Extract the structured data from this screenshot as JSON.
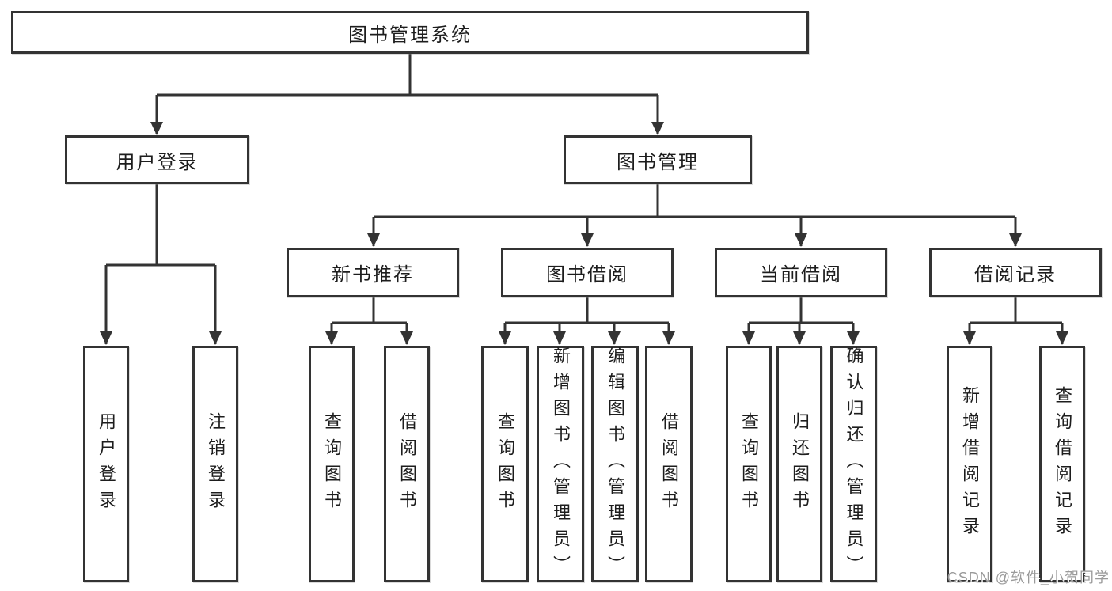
{
  "watermark": "CSDN @软件_小贺同学",
  "colors": {
    "line": "#333333",
    "box_border": "#333333",
    "text": "#1d1d1d",
    "watermark": "#9a9a9a",
    "background": "#ffffff"
  },
  "tree": {
    "root": {
      "label": "图书管理系统"
    },
    "branches": [
      {
        "label": "用户登录",
        "leaves": [
          {
            "label": "用户登录"
          },
          {
            "label": "注销登录"
          }
        ]
      },
      {
        "label": "图书管理",
        "groups": [
          {
            "label": "新书推荐",
            "leaves": [
              {
                "label": "查询图书"
              },
              {
                "label": "借阅图书"
              }
            ]
          },
          {
            "label": "图书借阅",
            "leaves": [
              {
                "label": "查询图书"
              },
              {
                "label": "新增图书（管理员）"
              },
              {
                "label": "编辑图书（管理员）"
              },
              {
                "label": "借阅图书"
              }
            ]
          },
          {
            "label": "当前借阅",
            "leaves": [
              {
                "label": "查询图书"
              },
              {
                "label": "归还图书"
              },
              {
                "label": "确认归还（管理员）"
              }
            ]
          },
          {
            "label": "借阅记录",
            "leaves": [
              {
                "label": "新增借阅记录"
              },
              {
                "label": "查询借阅记录"
              }
            ]
          }
        ]
      }
    ]
  }
}
